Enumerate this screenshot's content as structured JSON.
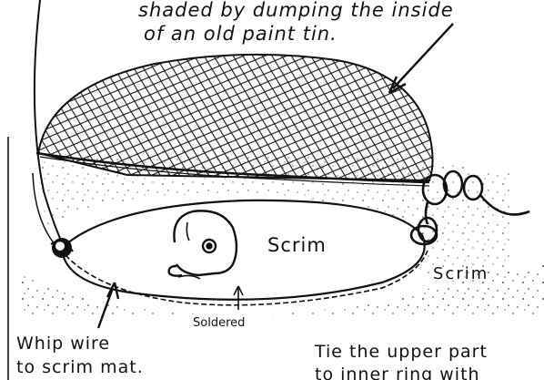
{
  "caption": {
    "top_line1": "shaded by dumping the inside",
    "top_line2": "of an old paint tin."
  },
  "labels": {
    "scrim_inside": "Scrim",
    "scrim_outside": "Scrim",
    "soldered": "Soldered"
  },
  "notes": {
    "left_line1": "Whip wire",
    "left_line2": "to scrim mat.",
    "right_line1": "Tie the upper part",
    "right_line2": "to inner ring with"
  },
  "colors": {
    "ink": "#111111",
    "paper": "#ffffff"
  }
}
